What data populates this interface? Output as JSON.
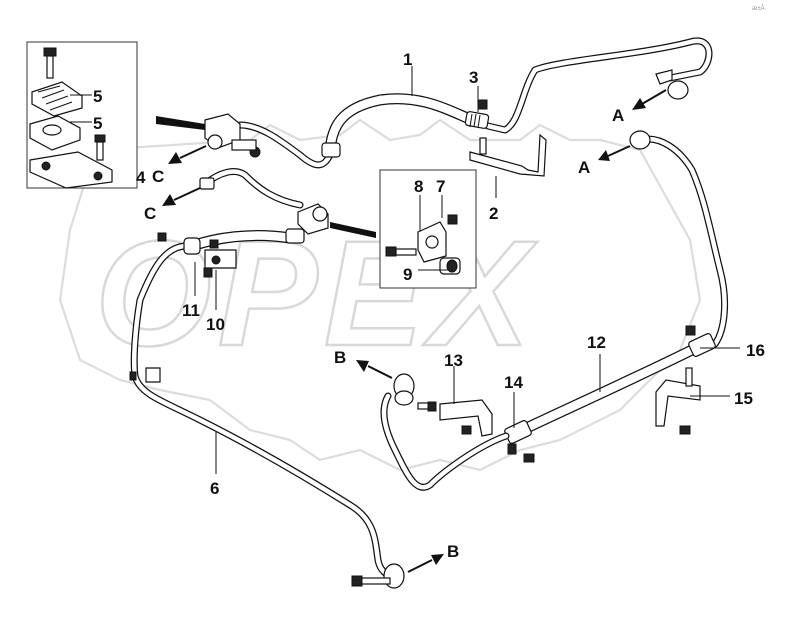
{
  "watermark": {
    "brand": "OPEX"
  },
  "corner_mark": "æ±Â·",
  "callouts": {
    "n1": "1",
    "n2": "2",
    "n3": "3",
    "n4": "4",
    "n5a": "5",
    "n5b": "5",
    "n6": "6",
    "n7": "7",
    "n8": "8",
    "n9": "9",
    "n10": "10",
    "n11": "11",
    "n12": "12",
    "n13": "13",
    "n14": "14",
    "n15": "15",
    "n16": "16"
  },
  "connectors": {
    "a1": "A",
    "a2": "A",
    "b1": "B",
    "b2": "B",
    "c1": "C",
    "c2": "C"
  }
}
